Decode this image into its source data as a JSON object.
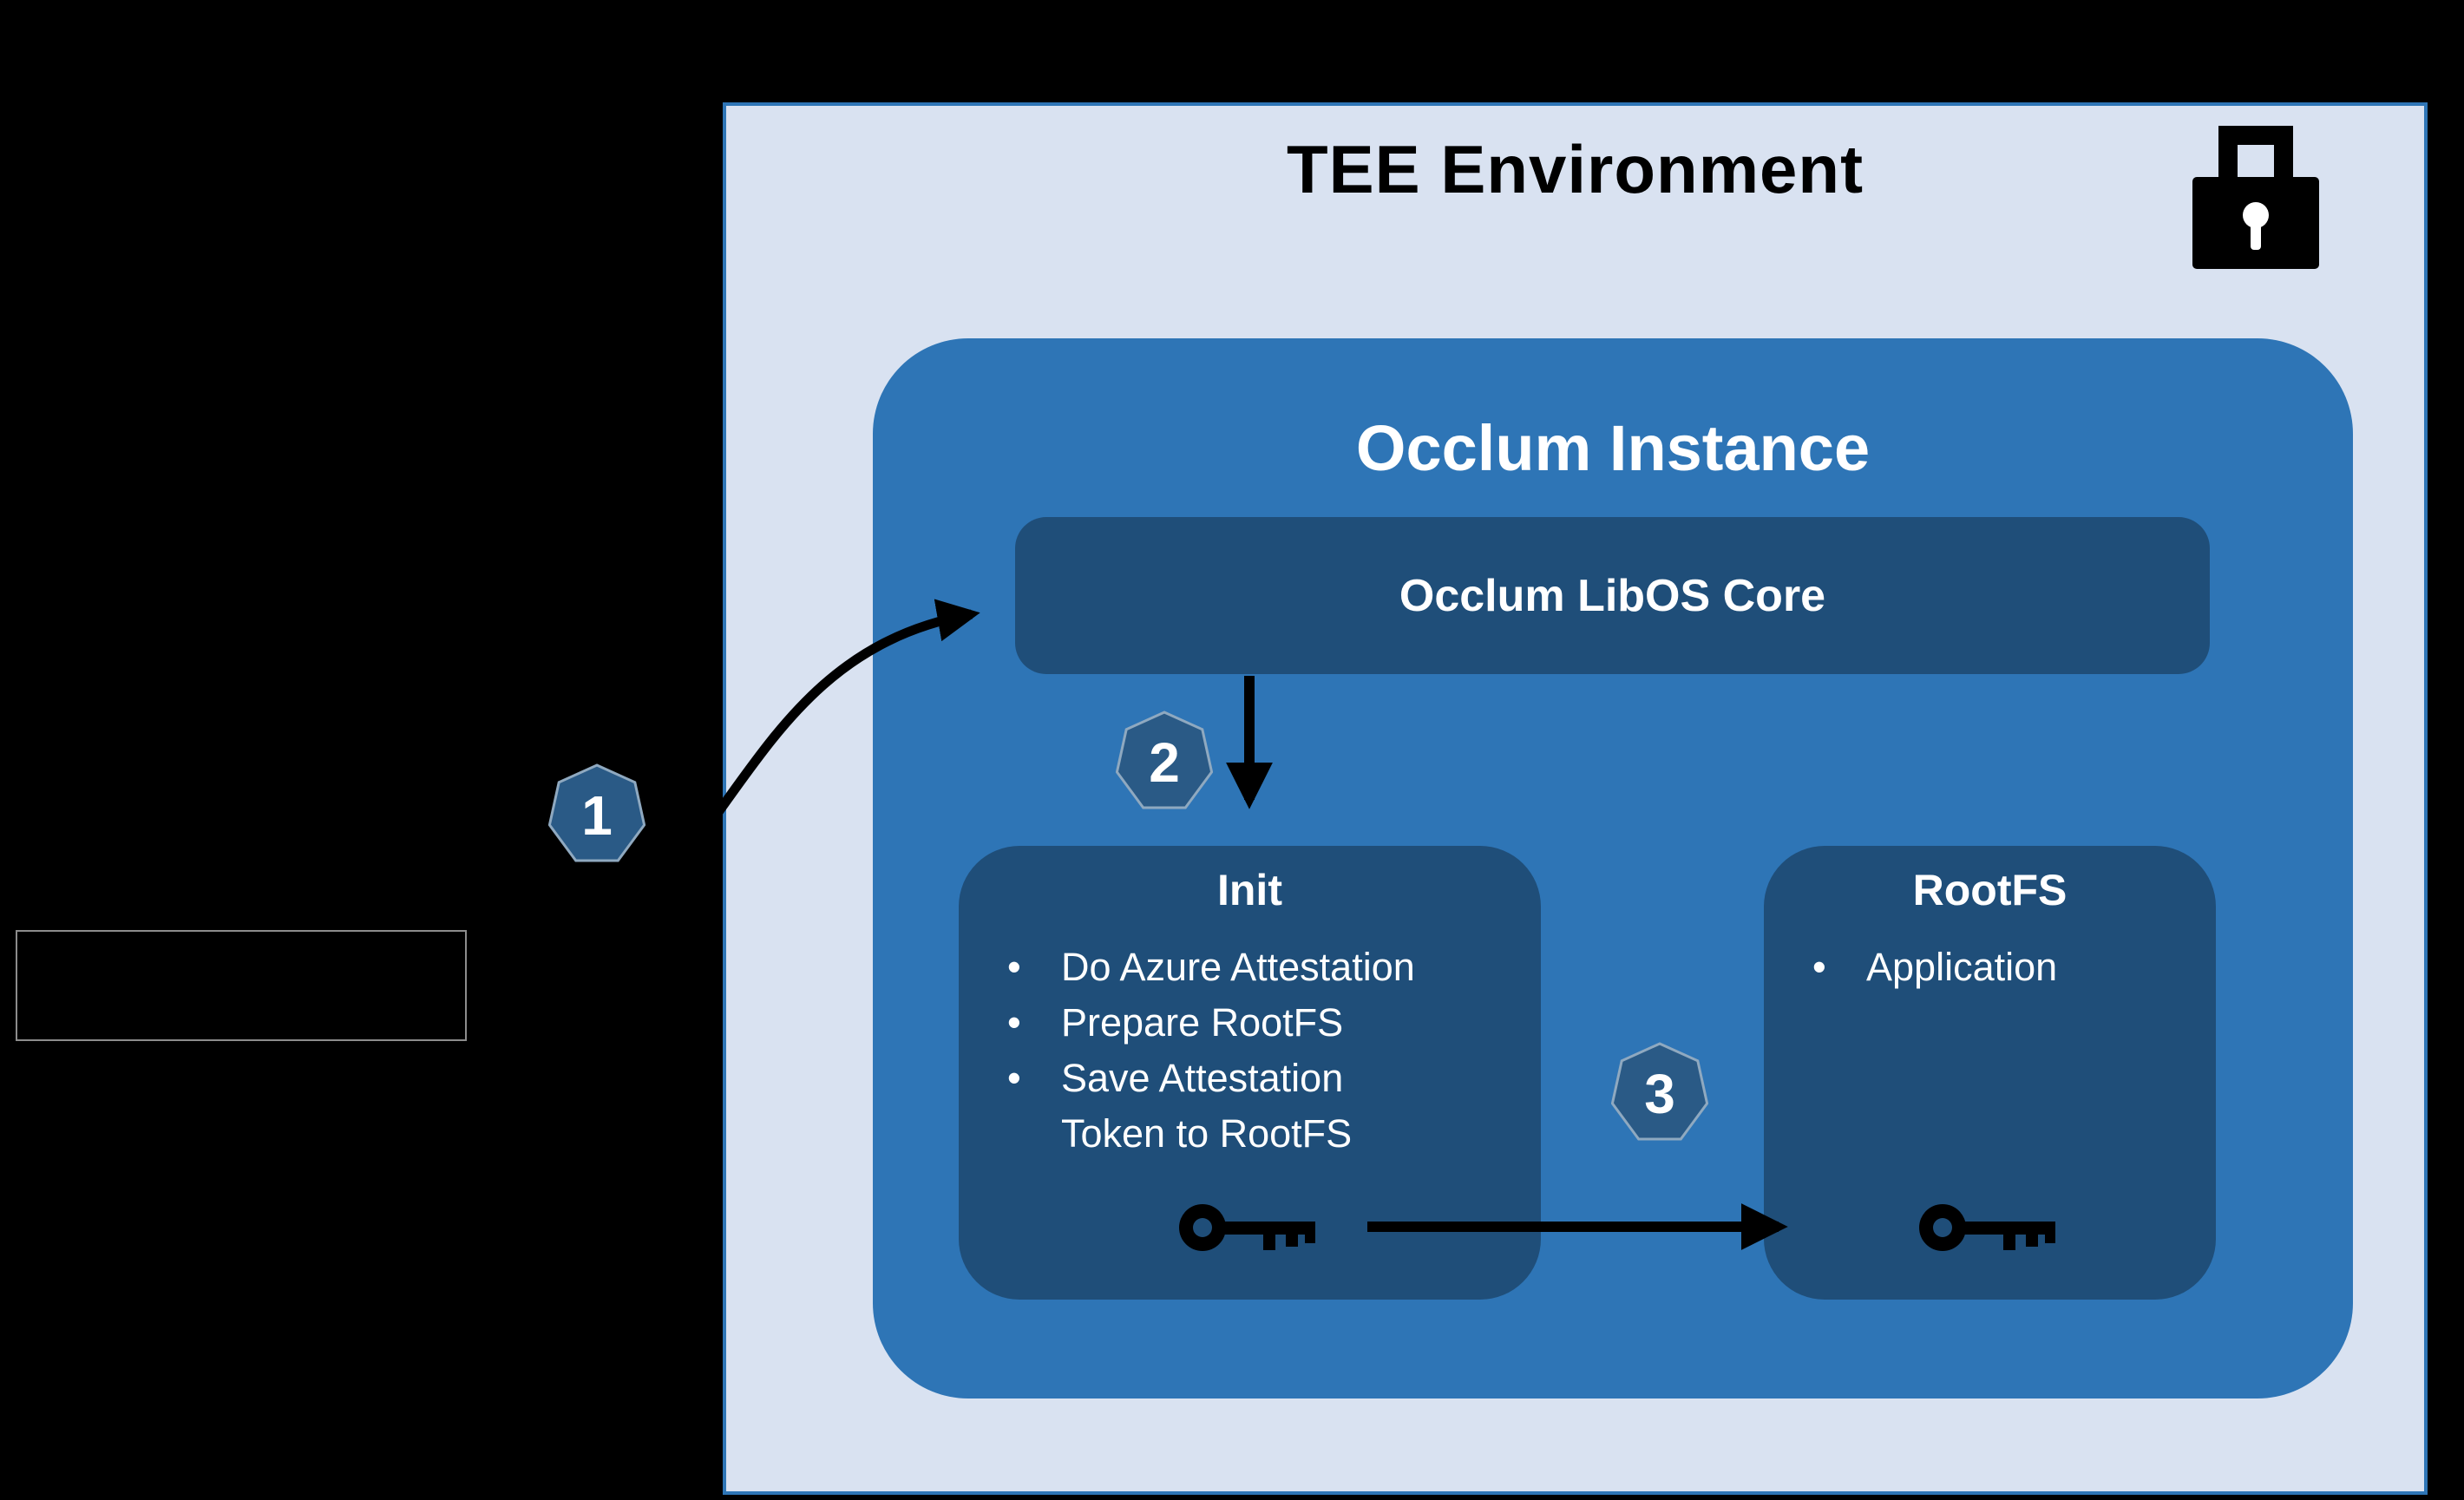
{
  "diagram": {
    "tee": {
      "title": "TEE Environment"
    },
    "instance": {
      "title": "Occlum Instance",
      "libos_label": "Occlum LibOS Core"
    },
    "init": {
      "title": "Init",
      "bullets": [
        "Do Azure Attestation",
        "Prepare RootFS",
        "Save Attestation Token to RootFS"
      ]
    },
    "rootfs": {
      "title": "RootFS",
      "bullets": [
        "Application"
      ]
    },
    "badges": [
      {
        "label": "1"
      },
      {
        "label": "2"
      },
      {
        "label": "3"
      }
    ],
    "bullet_char": "•",
    "colors": {
      "background": "#000000",
      "panel_bg": "#d9e2f1",
      "panel_border": "#2e75b6",
      "instance_bg": "#2e75b6",
      "inner_box_bg": "#1f4e79",
      "badge_fill": "#2a5a86",
      "badge_border": "#8fa9c0",
      "text_dark": "#000000",
      "text_light": "#ffffff",
      "arrow": "#000000"
    }
  }
}
